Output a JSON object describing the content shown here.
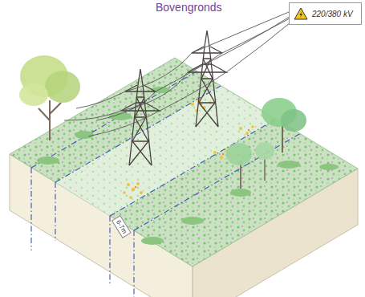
{
  "diagram": {
    "title": "Bovengronds",
    "nodes": [
      {
        "text": [
          "220/380 kV"
        ]
      }
    ],
    "labels": [
      "6-7m"
    ]
  }
}
